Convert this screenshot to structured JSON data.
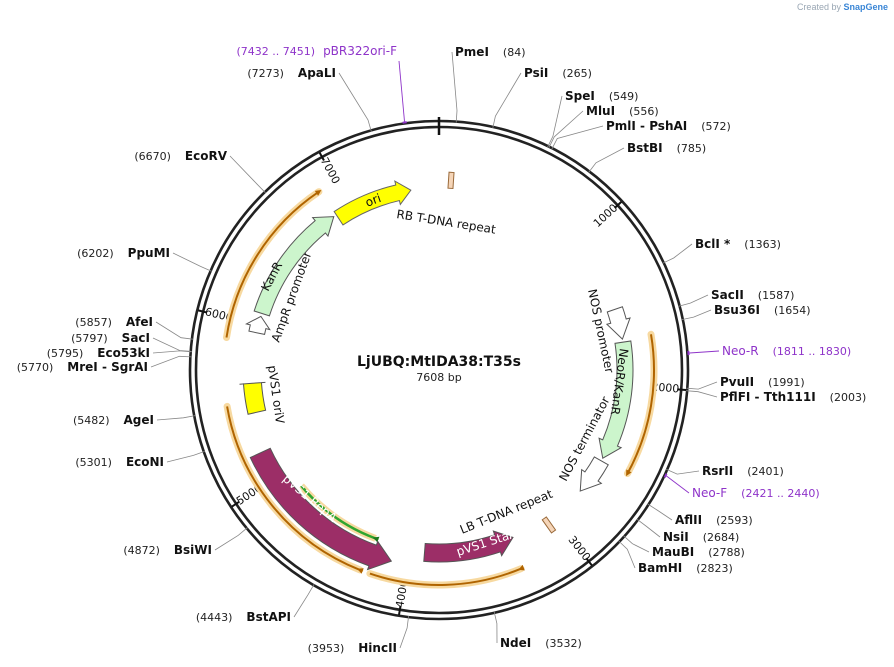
{
  "credit": {
    "prefix": "Created by",
    "brand": "SnapGene"
  },
  "plasmid": {
    "name": "LjUBQ:MtIDA38:T35s",
    "size_label": "7608 bp",
    "length": 7608
  },
  "ticks": [
    {
      "pos": 1000,
      "label": "1000"
    },
    {
      "pos": 2000,
      "label": "2000"
    },
    {
      "pos": 3000,
      "label": "3000"
    },
    {
      "pos": 4000,
      "label": "4000"
    },
    {
      "pos": 5000,
      "label": "5000"
    },
    {
      "pos": 6000,
      "label": "6000"
    },
    {
      "pos": 7000,
      "label": "7000"
    }
  ],
  "enzymes": [
    {
      "name": "PmeI",
      "pos_label": "(84)",
      "pos": 84
    },
    {
      "name": "PsiI",
      "pos_label": "(265)",
      "pos": 265
    },
    {
      "name": "SpeI",
      "pos_label": "(549)",
      "pos": 549
    },
    {
      "name": "MluI",
      "pos_label": "(556)",
      "pos": 556
    },
    {
      "name": "PmlI - PshAI",
      "pos_label": "(572)",
      "pos": 572
    },
    {
      "name": "BstBI",
      "pos_label": "(785)",
      "pos": 785
    },
    {
      "name": "BclI *",
      "pos_label": "(1363)",
      "pos": 1363
    },
    {
      "name": "SacII",
      "pos_label": "(1587)",
      "pos": 1587
    },
    {
      "name": "Bsu36I",
      "pos_label": "(1654)",
      "pos": 1654
    },
    {
      "name": "PvuII",
      "pos_label": "(1991)",
      "pos": 1991
    },
    {
      "name": "PflFI - Tth111I",
      "pos_label": "(2003)",
      "pos": 2003
    },
    {
      "name": "RsrII",
      "pos_label": "(2401)",
      "pos": 2401
    },
    {
      "name": "AflII",
      "pos_label": "(2593)",
      "pos": 2593
    },
    {
      "name": "NsiI",
      "pos_label": "(2684)",
      "pos": 2684
    },
    {
      "name": "MauBI",
      "pos_label": "(2788)",
      "pos": 2788
    },
    {
      "name": "BamHI",
      "pos_label": "(2823)",
      "pos": 2823
    },
    {
      "name": "NdeI",
      "pos_label": "(3532)",
      "pos": 3532
    },
    {
      "name": "HincII",
      "pos_label": "(3953)",
      "pos": 3953
    },
    {
      "name": "BstAPI",
      "pos_label": "(4443)",
      "pos": 4443
    },
    {
      "name": "BsiWI",
      "pos_label": "(4872)",
      "pos": 4872
    },
    {
      "name": "EcoNI",
      "pos_label": "(5301)",
      "pos": 5301
    },
    {
      "name": "AgeI",
      "pos_label": "(5482)",
      "pos": 5482
    },
    {
      "name": "MreI - SgrAI",
      "pos_label": "(5770)",
      "pos": 5770
    },
    {
      "name": "Eco53kI",
      "pos_label": "(5795)",
      "pos": 5795
    },
    {
      "name": "SacI",
      "pos_label": "(5797)",
      "pos": 5797
    },
    {
      "name": "AfeI",
      "pos_label": "(5857)",
      "pos": 5857
    },
    {
      "name": "PpuMI",
      "pos_label": "(6202)",
      "pos": 6202
    },
    {
      "name": "EcoRV",
      "pos_label": "(6670)",
      "pos": 6670
    },
    {
      "name": "ApaLI",
      "pos_label": "(7273)",
      "pos": 7273
    }
  ],
  "primers": [
    {
      "name": "pBR322ori-F",
      "range": "(7432 .. 7451)",
      "pos": 7441
    },
    {
      "name": "Neo-R",
      "range": "(1811 .. 1830)",
      "pos": 1820
    },
    {
      "name": "Neo-F",
      "range": "(2421 .. 2440)",
      "pos": 2430
    }
  ],
  "features": {
    "ori": {
      "label": "ori",
      "color": "#ffff00",
      "start": 6900,
      "end": 7420
    },
    "rb_repeat": {
      "label": "RB T-DNA repeat",
      "color": "#f5d5b8",
      "pos": 80
    },
    "nos_promoter": {
      "label": "NOS promoter",
      "start": 1500,
      "end": 1700
    },
    "neokanr": {
      "label": "NeoR/KanR",
      "color": "#ccf5cc",
      "start": 1720,
      "end": 2500
    },
    "nos_terminator": {
      "label": "NOS terminator",
      "start": 2520,
      "end": 2760
    },
    "lb_repeat": {
      "label": "LB T-DNA repeat",
      "color": "#f5d5b8",
      "pos": 3060
    },
    "pvs1_staa": {
      "label": "pVS1 StaA",
      "color": "#9c2e67",
      "start": 3300,
      "end": 3900
    },
    "pvs1_repa": {
      "label": "pVS1 RepA",
      "color": "#9c2e67",
      "start": 4100,
      "end": 5180
    },
    "pvs1_oriv": {
      "label": "pVS1 oriV",
      "color": "#ffff00",
      "start": 5430,
      "end": 5620
    },
    "ampr_promoter": {
      "label": "AmpR promoter",
      "start": 5950,
      "end": 6060
    },
    "kanr": {
      "label": "KanR",
      "color": "#ccf5cc",
      "start": 6080,
      "end": 6880
    }
  },
  "orange_arcs": [
    {
      "start": 1700,
      "end": 2510,
      "dir": 1
    },
    {
      "start": 3330,
      "end": 4200,
      "dir": -1
    },
    {
      "start": 4260,
      "end": 5500,
      "dir": -1
    },
    {
      "start": 5890,
      "end": 6890,
      "dir": 1
    }
  ],
  "green_arc": {
    "start": 4240,
    "end": 4860,
    "dir": -1,
    "color": "#2fa52f"
  }
}
